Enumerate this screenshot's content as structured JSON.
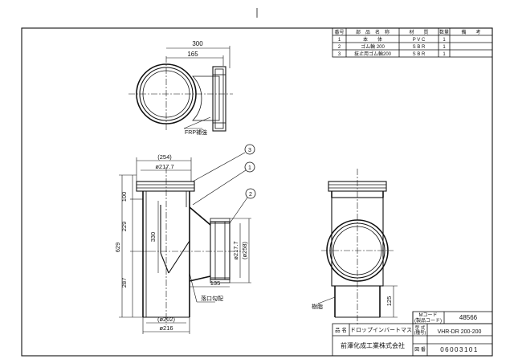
{
  "parts_table": {
    "headers": [
      "番号",
      "部　品　名　称",
      "材　　質",
      "数量",
      "備　　考"
    ],
    "rows": [
      [
        "1",
        "本　　体",
        "P V C",
        "1",
        ""
      ],
      [
        "2",
        "ゴム輪 200",
        "S B R",
        "1",
        ""
      ],
      [
        "3",
        "抜止用ゴム輪200",
        "S B R",
        "1",
        ""
      ]
    ]
  },
  "top_view": {
    "dim_overall": "300",
    "dim_center": "165",
    "frp_label": "FRP補強"
  },
  "front_view": {
    "dim_254": "(254)",
    "dim_217_top": "ø217.7",
    "dim_100": "100",
    "dim_229": "229",
    "dim_629": "629",
    "dim_287": "287",
    "dim_330": "330",
    "dim_217_side": "ø217.7",
    "dim_258": "(ø258)",
    "dim_135": "135",
    "dim_202": "(ø202)",
    "dim_216": "ø216",
    "label_slope": "落口勾配",
    "callouts": [
      "3",
      "1",
      "2"
    ]
  },
  "side_view": {
    "dim_125": "125",
    "label_bottom": "樹脂"
  },
  "title_block": {
    "mcode_label": "Mコード\n(製品コード)",
    "mcode_value": "48566",
    "name_label": "品 名",
    "name_value": "ドロップインバートマス",
    "model_label": "型 式\n(種号)",
    "model_value": "VHR-DR 200-200",
    "company": "前澤化成工業株式会社",
    "drawing_label": "図 番",
    "drawing_value": "06003101"
  }
}
